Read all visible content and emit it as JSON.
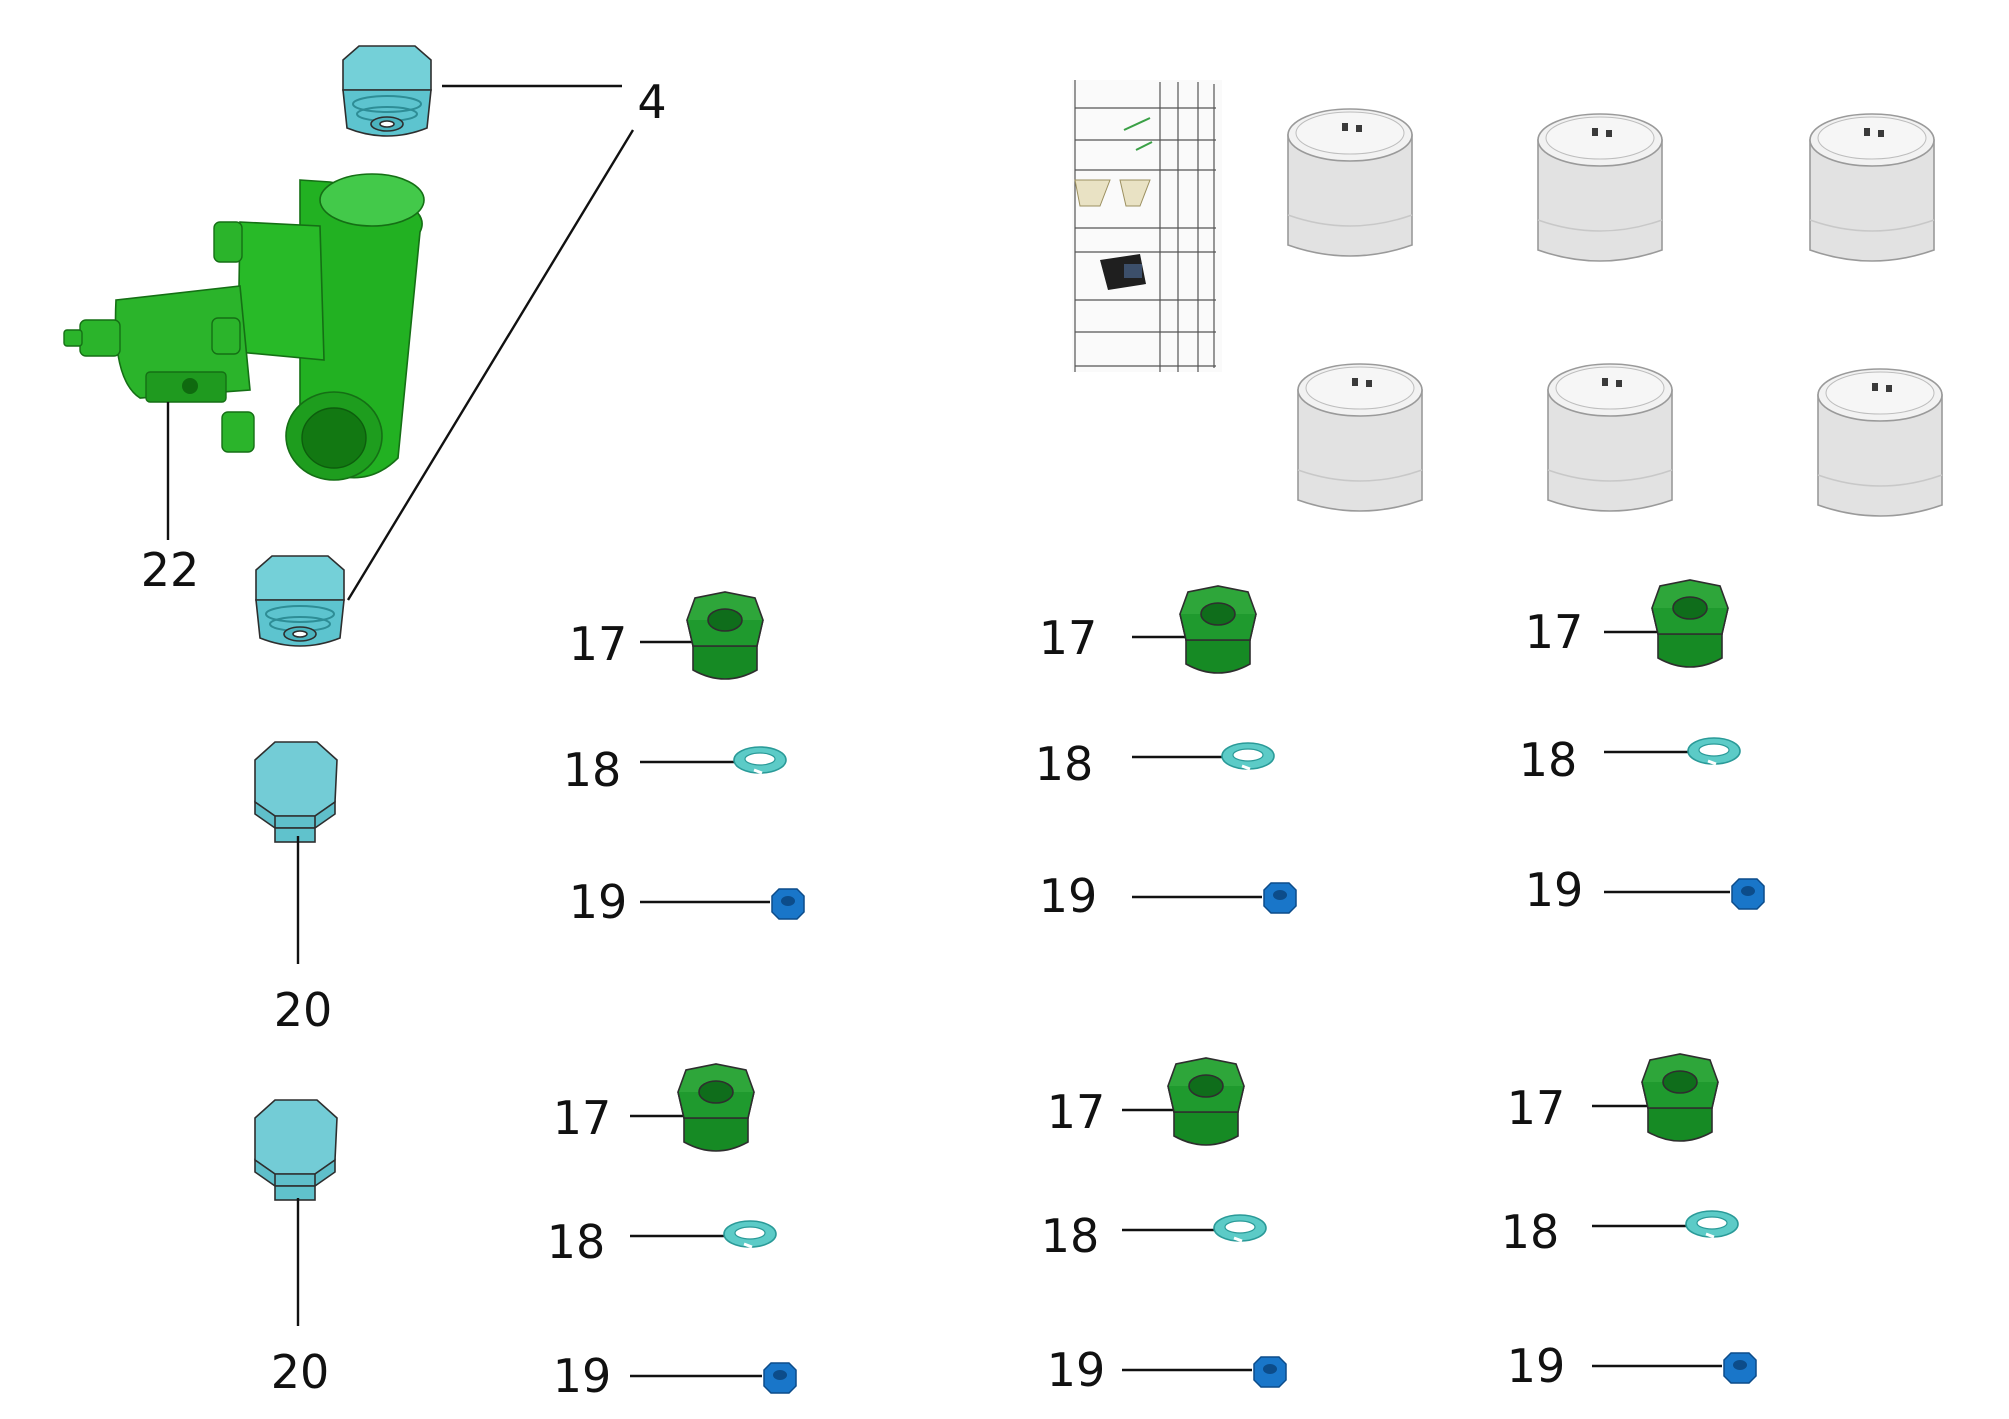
{
  "labels": {
    "top_plug": "4",
    "valve": "22",
    "plug_a": "20",
    "plug_b": "20",
    "bushing": "17",
    "washer": "18",
    "nut": "19"
  },
  "colors": {
    "valve_green": "#22b122",
    "bushing_green": "#1c9a2c",
    "plug_cyan": "#6ecad3",
    "washer_cyan": "#5ccbc7",
    "nut_blue": "#1976c9",
    "airbag_gray": "#e4e4e4"
  }
}
